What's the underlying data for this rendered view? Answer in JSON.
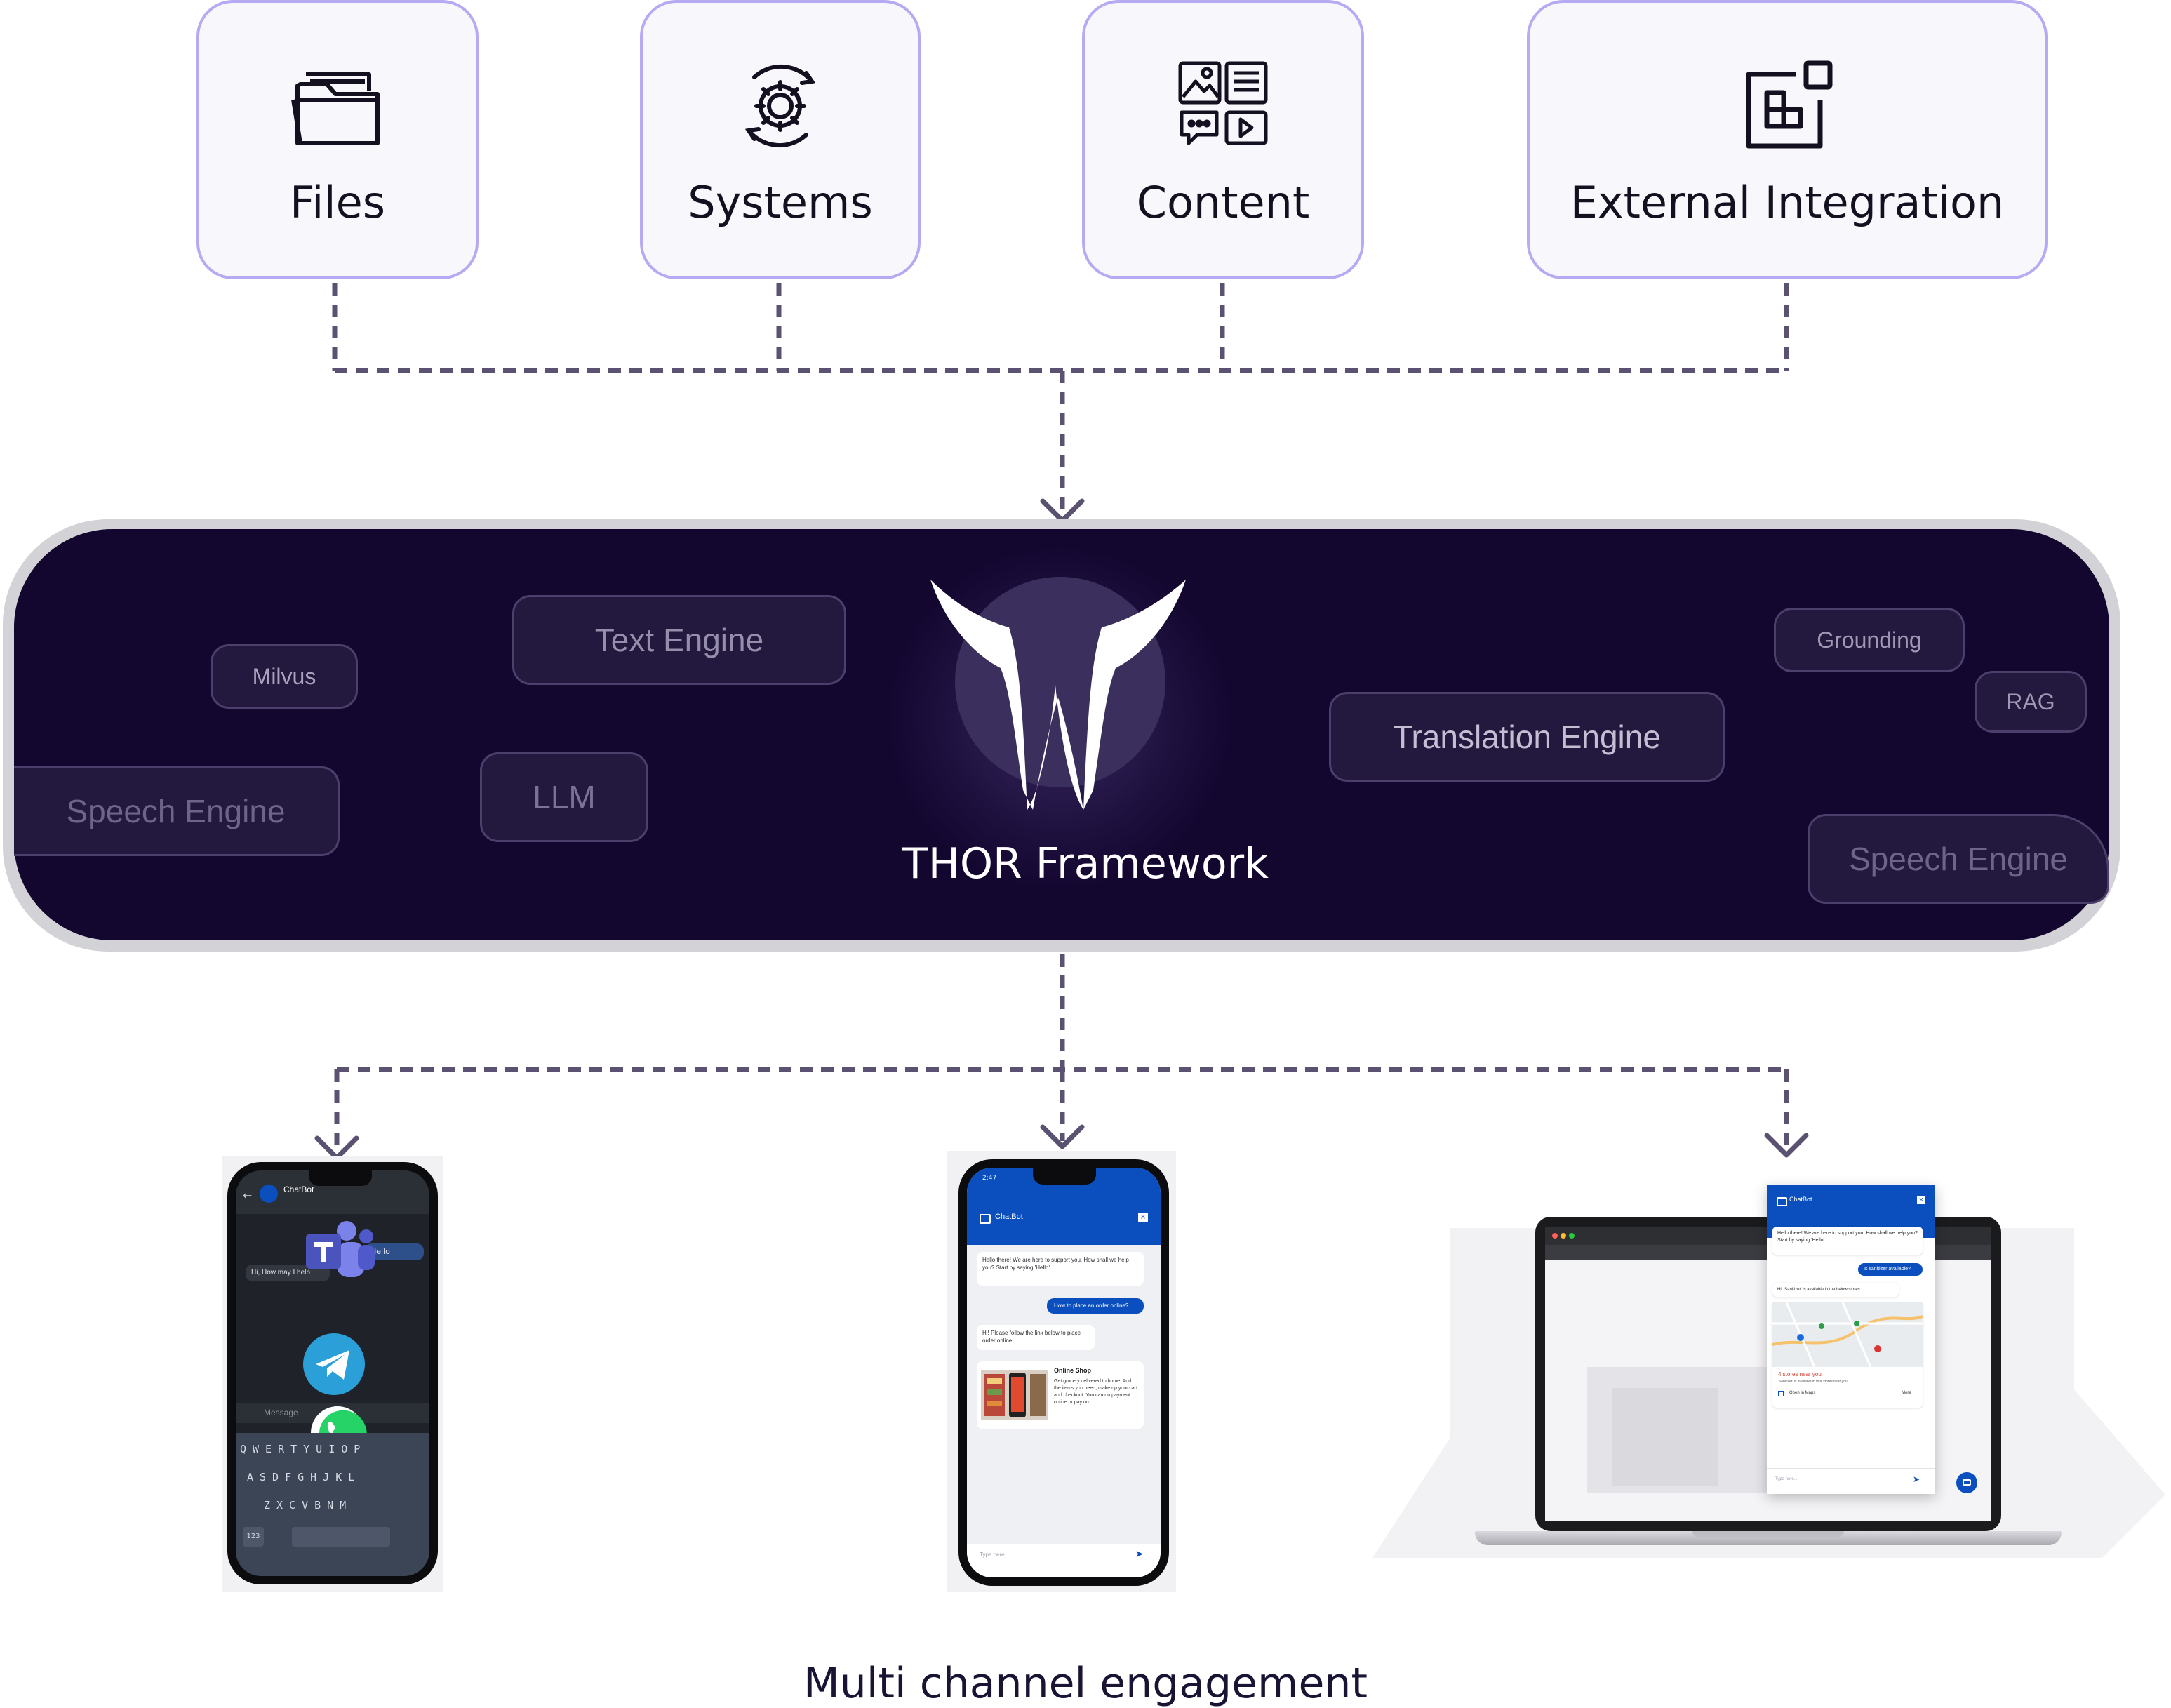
{
  "sources": [
    {
      "label": "Files",
      "icon": "folder-icon"
    },
    {
      "label": "Systems",
      "icon": "gear-cycle-icon"
    },
    {
      "label": "Content",
      "icon": "media-content-icon"
    },
    {
      "label": "External Integration",
      "icon": "integration-blocks-icon"
    }
  ],
  "framework": {
    "title": "THOR Framework",
    "logo": "thor-logo-icon",
    "chips": [
      "Milvus",
      "Text Engine",
      "Speech Engine",
      "LLM",
      "Translation Engine",
      "Grounding",
      "RAG",
      "Speech Engine"
    ]
  },
  "channels": {
    "title": "Multi channel engagement",
    "phone_left": {
      "bot_name": "ChatBot",
      "greeting": "Hi, How may I help",
      "user_reply": "Hello",
      "input_placeholder": "Message",
      "keyboard_rows": [
        "QWERTYUIOP",
        "ASDFGHJKL",
        "ZXCVBNM"
      ],
      "keyboard_num": "123",
      "apps": [
        "teams-icon",
        "telegram-icon",
        "whatsapp-icon"
      ]
    },
    "phone_center": {
      "status_time": "2:47",
      "bot_name": "ChatBot",
      "bot_msg_1": "Hello there! We are here to support you. How shall we help you? Start by saying 'Hello'",
      "user_msg": "How to place an order online?",
      "bot_msg_2": "Hi! Please follow the link below to place order online",
      "card_title": "Online Shop",
      "card_text": "Get grocery delivered to home. Add the items you need, make up your cart and checkout. You can do payment online or pay on...",
      "input_placeholder": "Type here..."
    },
    "laptop": {
      "bot_name": "ChatBot",
      "bot_msg_1": "Hello there! We are here to support you. How shall we help you? Start by saying 'Hello'",
      "user_msg": "Is sanitizer available?",
      "bot_msg_2": "Hi, 'Sanitizer' is available in the below stores",
      "stores_title": "4 stores near you",
      "stores_text": "'Sanitizer' is available in four stores near you",
      "open_maps": "Open in Maps",
      "more": "More",
      "input_placeholder": "Type here..."
    }
  },
  "colors": {
    "box_border": "#b8aaf2",
    "box_fill": "#f8f7fc",
    "band": "#13062f",
    "connector": "#5a5270",
    "chat_blue": "#0b4fbf"
  }
}
